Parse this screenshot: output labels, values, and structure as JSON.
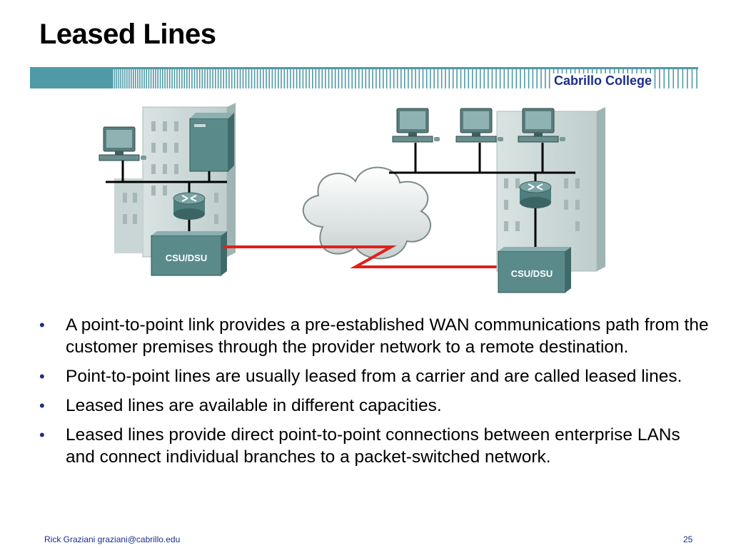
{
  "slide": {
    "title": "Leased Lines",
    "brand": "Cabrillo College",
    "bullets": [
      "A point-to-point link provides a pre-established WAN communications path from the customer premises through the provider network to a remote destination.",
      "Point-to-point lines are usually leased from a carrier and are called leased lines.",
      "Leased lines are available in different capacities.",
      "Leased lines provide direct point-to-point connections between enterprise LANs and connect individual branches to a packet-switched network."
    ],
    "bullet_glyph": "•",
    "footer_author": "Rick Graziani  graziani@cabrillo.edu",
    "page_number": "25"
  },
  "diagram": {
    "left_device_label": "CSU/DSU",
    "right_device_label": "CSU/DSU"
  },
  "colors": {
    "brand": "#1a2d8c",
    "bullet": "#1f2c86",
    "device": "#5b8a8a",
    "link": "#e0201a",
    "decor_bar": "#4f9aa6"
  },
  "icons": [
    "building-icon",
    "pc-icon",
    "server-icon",
    "router-icon",
    "csu-dsu-icon",
    "cloud-icon",
    "lightning-link-icon"
  ]
}
